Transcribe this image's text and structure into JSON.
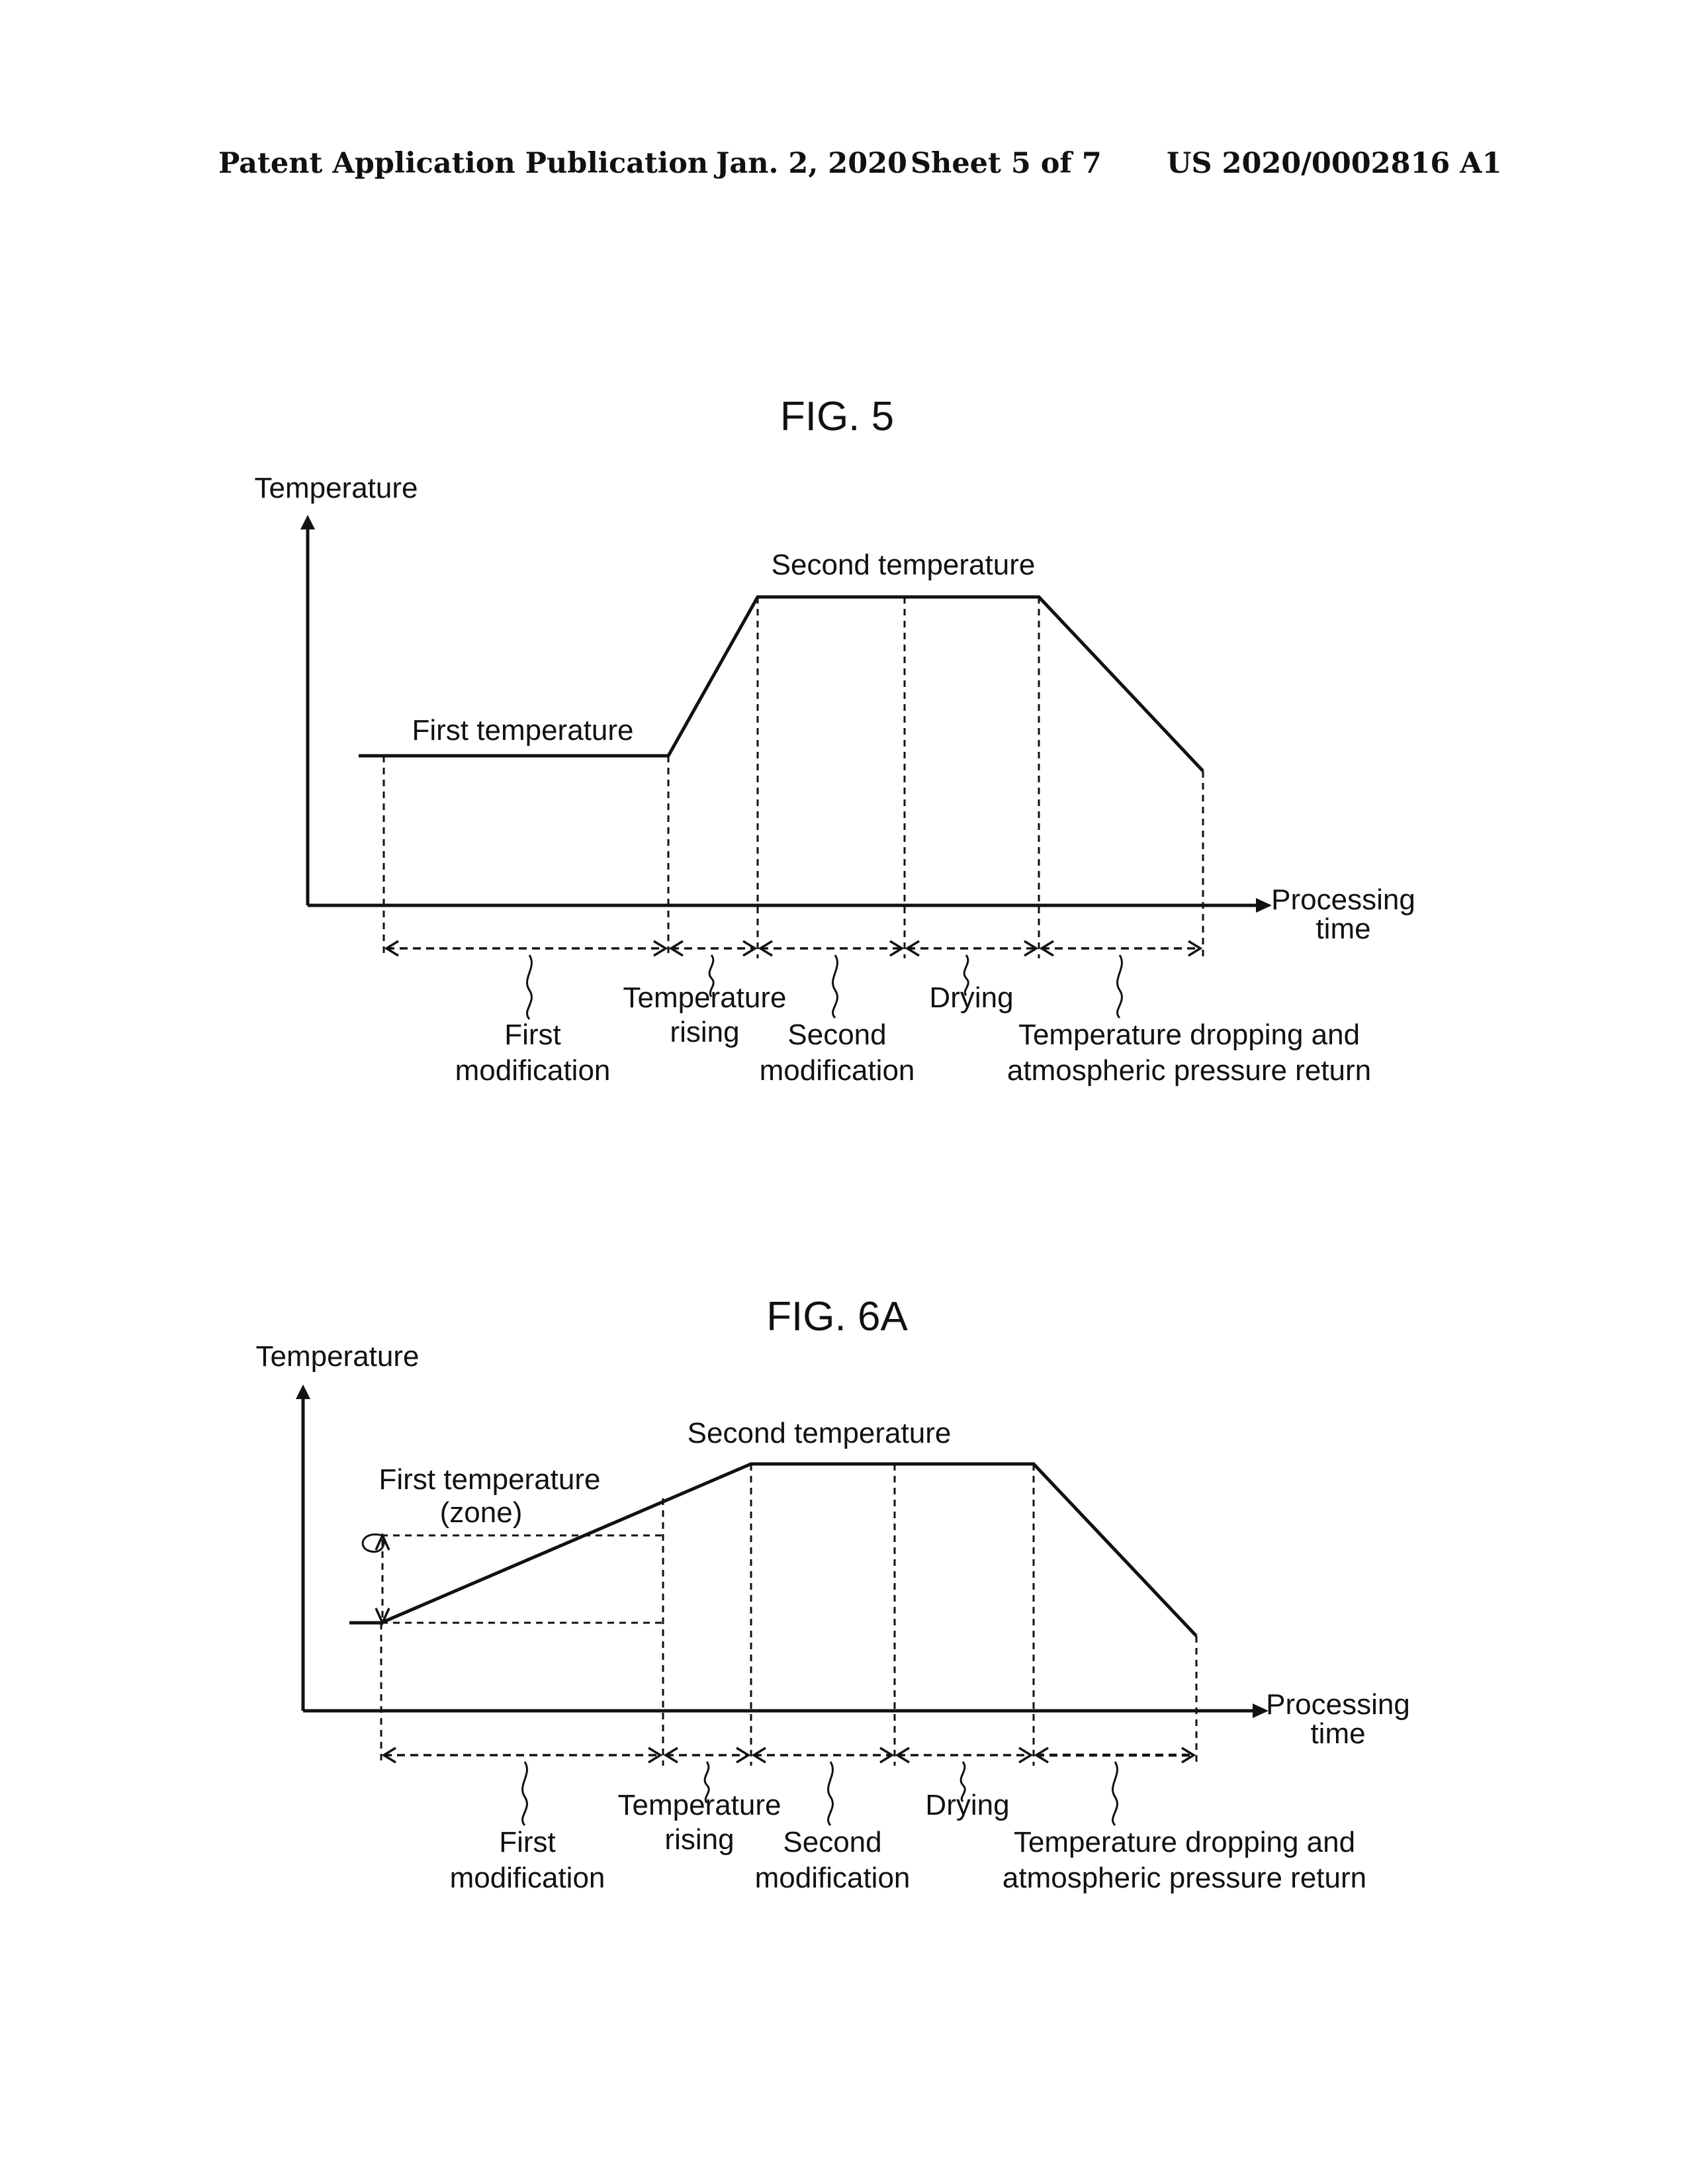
{
  "header": {
    "left": "Patent Application Publication",
    "date": "Jan. 2, 2020",
    "sheet": "Sheet 5 of 7",
    "number": "US 2020/0002816 A1"
  },
  "fig5": {
    "title": "FIG. 5",
    "y_axis_label": "Temperature",
    "x_axis_label_line1": "Processing",
    "x_axis_label_line2": "time",
    "first_temperature": "First temperature",
    "second_temperature": "Second temperature",
    "phase_first_line1": "First",
    "phase_first_line2": "modification",
    "phase_rising_line1": "Temperature",
    "phase_rising_line2": "rising",
    "phase_second_line1": "Second",
    "phase_second_line2": "modification",
    "phase_drying": "Drying",
    "phase_drop_line1": "Temperature dropping and",
    "phase_drop_line2": "atmospheric pressure return"
  },
  "fig6a": {
    "title": "FIG. 6A",
    "y_axis_label": "Temperature",
    "x_axis_label_line1": "Processing",
    "x_axis_label_line2": "time",
    "first_temperature_line1": "First temperature",
    "first_temperature_line2": "(zone)",
    "second_temperature": "Second temperature",
    "phase_first_line1": "First",
    "phase_first_line2": "modification",
    "phase_rising_line1": "Temperature",
    "phase_rising_line2": "rising",
    "phase_second_line1": "Second",
    "phase_second_line2": "modification",
    "phase_drying": "Drying",
    "phase_drop_line1": "Temperature dropping and",
    "phase_drop_line2": "atmospheric pressure return"
  }
}
